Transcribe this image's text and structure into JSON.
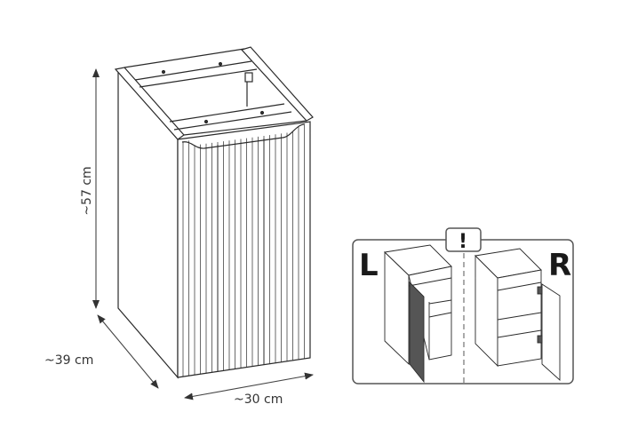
{
  "dimensions": {
    "height_label": "~57 cm",
    "depth_label": "~39 cm",
    "width_label": "~30 cm"
  },
  "orientation_inset": {
    "warning_symbol": "!",
    "left_label": "L",
    "right_label": "R"
  },
  "colors": {
    "line": "#2a2a2a",
    "dimension_line": "#444444",
    "inset_border": "#555555"
  }
}
